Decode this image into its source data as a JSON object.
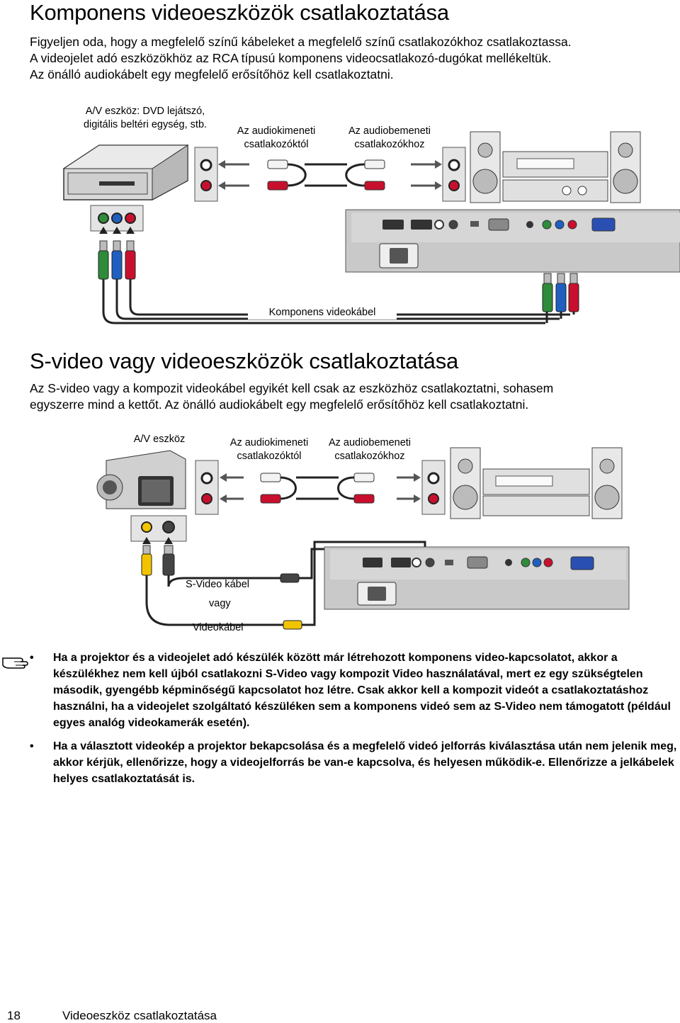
{
  "section1": {
    "title": "Komponens videoeszközök csatlakoztatása",
    "paragraphs": [
      "Figyeljen oda, hogy a megfelelő színű kábeleket a megfelelő színű csatlakozókhoz csatlakoztassa.",
      "A videojelet adó eszközökhöz az RCA típusú komponens videocsatlakozó-dugókat mellékeltük.",
      "Az önálló audiokábelt egy megfelelő erősítőhöz kell csatlakoztatni."
    ],
    "diagram": {
      "av_device_line1": "A/V eszköz: DVD lejátszó,",
      "av_device_line2": "digitális beltéri egység, stb.",
      "audio_out_line1": "Az audiokimeneti",
      "audio_out_line2": "csatlakozóktól",
      "audio_in_line1": "Az audiobemeneti",
      "audio_in_line2": "csatlakozókhoz",
      "cable_label": "Komponens videokábel"
    }
  },
  "section2": {
    "title": "S-video vagy videoeszközök csatlakoztatása",
    "paragraphs": [
      "Az S-video vagy a kompozit videokábel egyikét kell csak az eszközhöz csatlakoztatni, sohasem",
      "egyszerre mind a kettőt. Az önálló audiokábelt egy megfelelő erősítőhöz kell csatlakoztatni."
    ],
    "diagram": {
      "av_device": "A/V eszköz",
      "audio_out_line1": "Az audiokimeneti",
      "audio_out_line2": "csatlakozóktól",
      "audio_in_line1": "Az audiobemeneti",
      "audio_in_line2": "csatlakozókhoz",
      "svideo_cable": "S-Video kábel",
      "or": "vagy",
      "video_cable": "Videokábel"
    }
  },
  "notes": [
    "Ha a projektor és a videojelet adó készülék között már létrehozott komponens video-kapcsolatot, akkor a készülékhez nem kell újból csatlakozni S-Video vagy kompozit Video használatával, mert ez egy szükségtelen második, gyengébb képminőségű kapcsolatot hoz létre. Csak akkor kell a kompozit videót a csatlakoztatáshoz használni, ha a videojelet szolgáltató készüléken sem a komponens videó sem az S-Video nem támogatott (például egyes analóg videokamerák esetén).",
    "Ha a választott videokép a projektor bekapcsolása és a megfelelő videó jelforrás kiválasztása után nem jelenik meg, akkor kérjük, ellenőrizze, hogy a videojelforrás be van-e kapcsolva, és helyesen működik-e. Ellenőrizze a jelkábelek helyes csatlakoztatását is."
  ],
  "bullet": "•",
  "footer": {
    "page_number": "18",
    "section": "Videoeszköz csatlakoztatása"
  },
  "colors": {
    "red": "#c8102e",
    "green": "#2e8b3a",
    "blue": "#1f5fbf",
    "yellow": "#f2c400",
    "panel_gray": "#c9c9c9"
  }
}
